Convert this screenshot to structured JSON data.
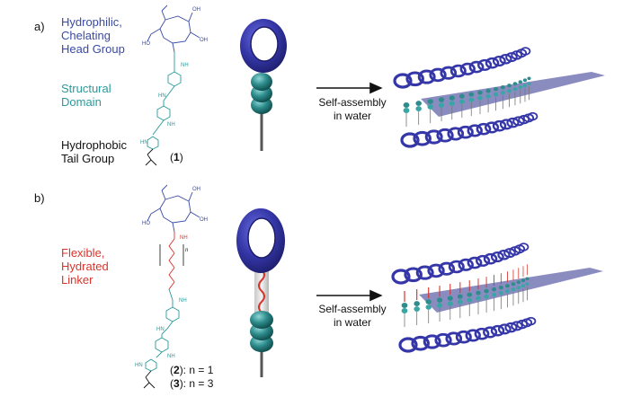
{
  "panel_a": {
    "letter": "a)",
    "head_group": [
      "Hydrophilic,",
      "Chelating",
      "Head Group"
    ],
    "structural": [
      "Structural",
      "Domain"
    ],
    "tail": [
      "Hydrophobic",
      "Tail Group"
    ],
    "compound_open": "(",
    "compound_num": "1",
    "compound_close": ")",
    "arrow_label": [
      "Self-assembly",
      "in water"
    ],
    "chem_labels": {
      "oh1": "OH",
      "oh2": "OH",
      "ho": "HO",
      "nh1": "NH",
      "hn1": "HN",
      "nh2": "NH",
      "hn2": "HN"
    }
  },
  "panel_b": {
    "letter": "b)",
    "linker": [
      "Flexible,",
      "Hydrated",
      "Linker"
    ],
    "compound2_num": "2",
    "compound2_rest": "): n = 1",
    "compound3_num": "3",
    "compound3_rest": "): n = 3",
    "arrow_label": [
      "Self-assembly",
      "in water"
    ],
    "chem_labels": {
      "oh1": "OH",
      "oh2": "OH",
      "ho": "HO",
      "nh_red": "NH",
      "n_sub": "n",
      "nh1": "NH",
      "hn1": "HN",
      "nh2": "NH",
      "hn2": "HN"
    }
  },
  "colors": {
    "blue": "#3a4aa3",
    "teal": "#2a9a9a",
    "red": "#d9342b",
    "ring": "#3537a8",
    "bead": "#2e8c8c"
  }
}
